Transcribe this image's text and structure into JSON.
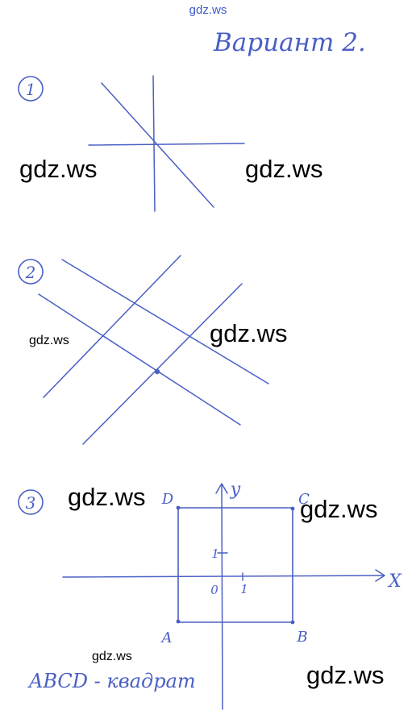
{
  "header": {
    "site_link": "gdz.ws",
    "variant_title": "Вариант 2."
  },
  "tasks": [
    {
      "number": "1"
    },
    {
      "number": "2"
    },
    {
      "number": "3",
      "labels": {
        "A": "A",
        "B": "B",
        "C": "C",
        "D": "D",
        "x_axis": "X",
        "y_axis": "y",
        "origin": "0",
        "unit_x": "1",
        "unit_y": "1"
      },
      "caption": "ABCD - квадрат"
    }
  ],
  "watermarks": [
    "gdz.ws",
    "gdz.ws",
    "gdz.ws",
    "gdz.ws",
    "gdz.ws",
    "gdz.ws",
    "gdz.ws",
    "gdz.ws"
  ],
  "colors": {
    "ink": "#4a5fc4",
    "watermark": "#000000"
  }
}
